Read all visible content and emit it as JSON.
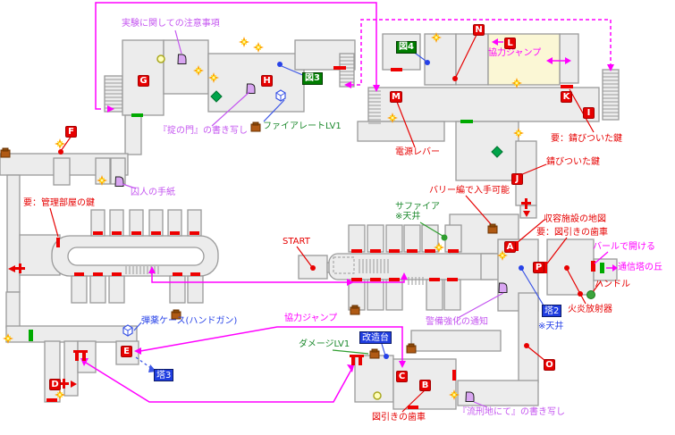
{
  "map_name": "facility-floorplan",
  "badges": {
    "A": "A",
    "B": "B",
    "C": "C",
    "D": "D",
    "E": "E",
    "F": "F",
    "G": "G",
    "H": "H",
    "I": "I",
    "J": "J",
    "K": "K",
    "L": "L",
    "M": "M",
    "N": "N",
    "O": "O",
    "P": "P",
    "map3": "図3",
    "map4": "図4",
    "tower2": "塔2",
    "tower3": "塔3",
    "kaizodai": "改造台"
  },
  "labels": {
    "jikken": "実験に関しての注意事項",
    "okite": "『掟の門』の書き写し",
    "firerate": "ファイアレートLV1",
    "shujin": "囚人の手紙",
    "kanri": "要：管理部屋の鍵",
    "dengen": "電源レバー",
    "kyoryoku_top": "協力ジャンプ",
    "sabi_req": "要：錆びついた鍵",
    "sabi": "錆びついた鍵",
    "barry": "バリー編で入手可能",
    "sapphire": "サファイア",
    "sapphire_ceiling": "※天井",
    "shuyo_map": "収容施設の地図",
    "zubiki_req": "要：図引きの歯車",
    "start": "START",
    "bar_open": "バールで開ける",
    "tsushin": "通信塔の丘",
    "handle": "ハンドル",
    "kaen": "火炎放射器",
    "tower2_ceiling": "※天井",
    "keibi": "警備強化の通知",
    "danyaku": "弾薬ケース(ハンドガン)",
    "kyoryoku_bottom": "協力ジャンプ",
    "damage": "ダメージLV1",
    "zubiki": "図引きの歯車",
    "rukei": "『流刑地にて』の書き写し"
  },
  "icons": {
    "sparkle": "collectible-sparkle",
    "green_diamond": "gem-item",
    "blue_cube": "ammo-case",
    "brown_crate": "item-box",
    "purple_door": "document-door",
    "yellow_circle": "small-scope-marker",
    "red_cross": "blocked-passage",
    "red_gate": "ladder-gate",
    "green_door": "unlocked-door",
    "red_door": "cell-door"
  },
  "colors": {
    "red": "#e60000",
    "magenta": "#ff00ff",
    "violet": "#c455f0",
    "green": "#1d8a2e",
    "blue": "#2742e8",
    "badge_red": "#e60000",
    "badge_green": "#007d00",
    "badge_blue": "#1f3de0",
    "room_fill": "#ececec",
    "room_stroke": "#9a9a9a",
    "highlight_room_fill": "#fbf7d5"
  }
}
